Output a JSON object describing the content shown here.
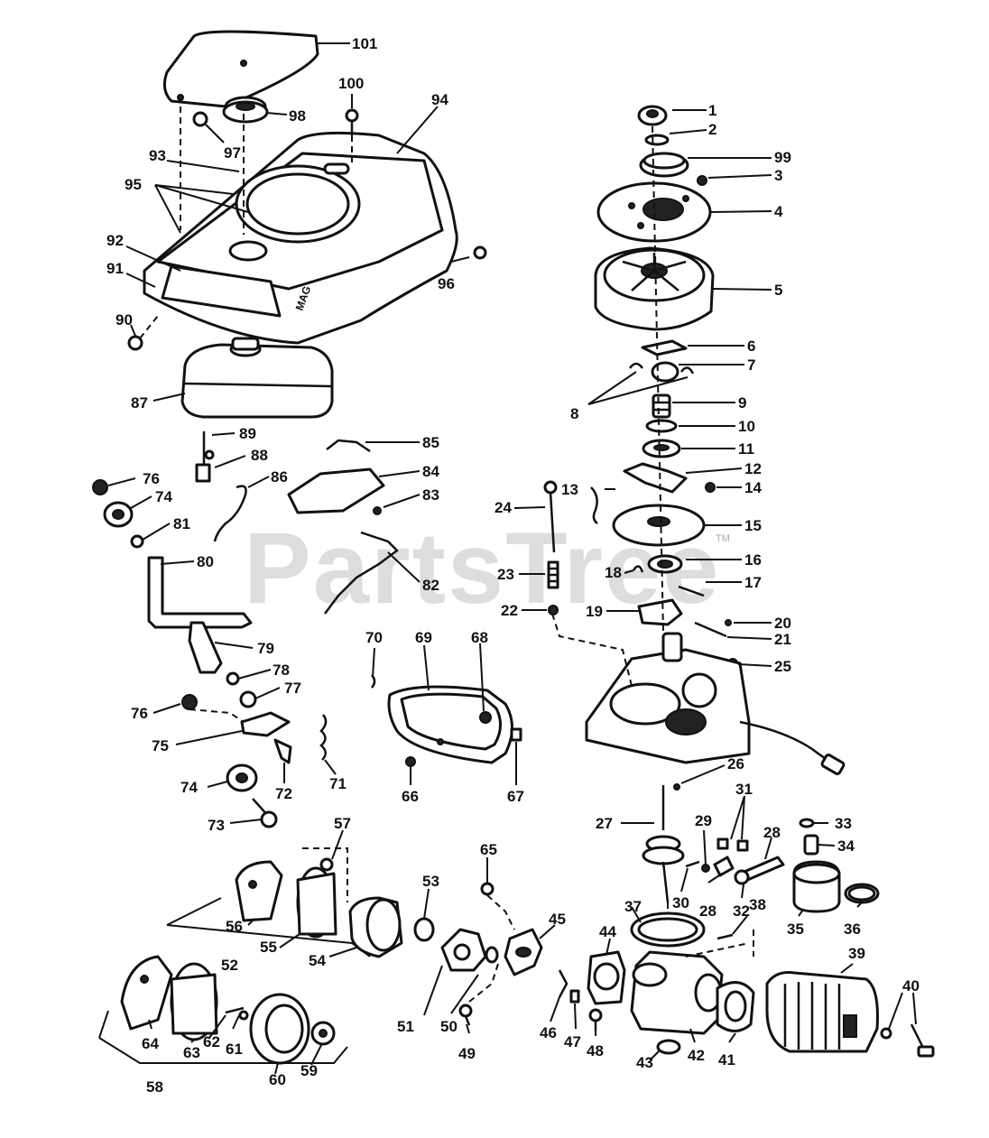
{
  "watermark": {
    "text": "PartsTree",
    "tm": "TM"
  },
  "cover_markings": {
    "mag": "MAG"
  },
  "callouts": {
    "c1": "1",
    "c2": "2",
    "c3": "3",
    "c4": "4",
    "c5": "5",
    "c6": "6",
    "c7": "7",
    "c8": "8",
    "c9": "9",
    "c10": "10",
    "c11": "11",
    "c12": "12",
    "c13": "13",
    "c14": "14",
    "c15": "15",
    "c16": "16",
    "c17": "17",
    "c18": "18",
    "c19": "19",
    "c20": "20",
    "c21": "21",
    "c22": "22",
    "c23": "23",
    "c24": "24",
    "c25": "25",
    "c26": "26",
    "c27": "27",
    "c28a": "28",
    "c28b": "28",
    "c29": "29",
    "c30": "30",
    "c31": "31",
    "c32": "32",
    "c33": "33",
    "c34": "34",
    "c35": "35",
    "c36": "36",
    "c37": "37",
    "c38": "38",
    "c39": "39",
    "c40": "40",
    "c41": "41",
    "c42": "42",
    "c43": "43",
    "c44": "44",
    "c45": "45",
    "c46": "46",
    "c47": "47",
    "c48": "48",
    "c49": "49",
    "c50": "50",
    "c51": "51",
    "c52": "52",
    "c53": "53",
    "c54": "54",
    "c55": "55",
    "c56": "56",
    "c57": "57",
    "c58": "58",
    "c59": "59",
    "c60": "60",
    "c61": "61",
    "c62": "62",
    "c63": "63",
    "c64": "64",
    "c65": "65",
    "c66": "66",
    "c67": "67",
    "c68": "68",
    "c69": "69",
    "c70": "70",
    "c71": "71",
    "c72": "72",
    "c73": "73",
    "c74a": "74",
    "c74b": "74",
    "c75": "75",
    "c76a": "76",
    "c76b": "76",
    "c77": "77",
    "c78": "78",
    "c79": "79",
    "c80": "80",
    "c81": "81",
    "c82": "82",
    "c83": "83",
    "c84": "84",
    "c85": "85",
    "c86": "86",
    "c87": "87",
    "c88": "88",
    "c89": "89",
    "c90": "90",
    "c91": "91",
    "c92": "92",
    "c93": "93",
    "c94": "94",
    "c95": "95",
    "c96": "96",
    "c97": "97",
    "c98": "98",
    "c99": "99",
    "c100": "100",
    "c101": "101"
  }
}
